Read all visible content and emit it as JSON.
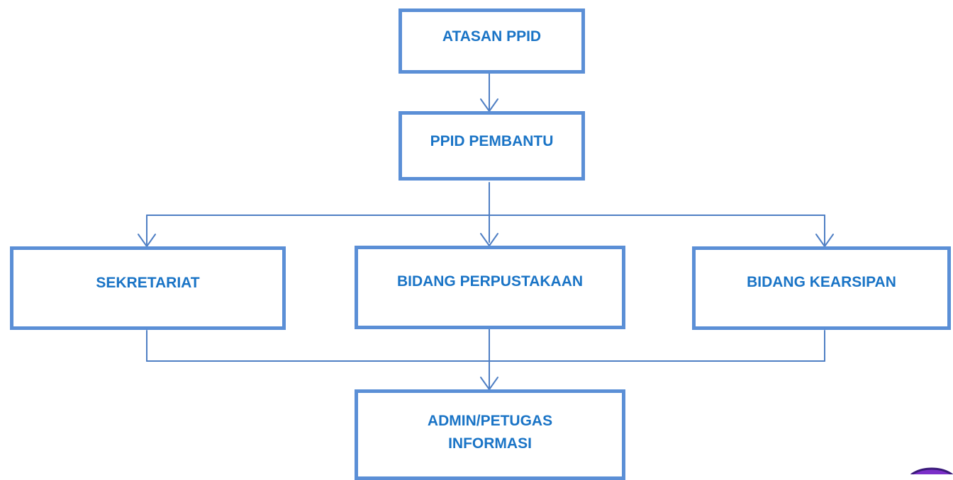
{
  "diagram": {
    "nodes": {
      "atasan": "ATASAN PPID",
      "pembantu": "PPID PEMBANTU",
      "sekretariat": "SEKRETARIAT",
      "perpustakaan": "BIDANG PERPUSTAKAAN",
      "kearsipan": "BIDANG KEARSIPAN",
      "admin_line1": "ADMIN/PETUGAS",
      "admin_line2": "INFORMASI"
    },
    "edges": [
      {
        "from": "atasan",
        "to": "pembantu"
      },
      {
        "from": "pembantu",
        "to": "sekretariat"
      },
      {
        "from": "pembantu",
        "to": "perpustakaan"
      },
      {
        "from": "pembantu",
        "to": "kearsipan"
      },
      {
        "from": "sekretariat",
        "to": "admin"
      },
      {
        "from": "perpustakaan",
        "to": "admin"
      },
      {
        "from": "kearsipan",
        "to": "admin"
      }
    ],
    "colors": {
      "border": "#5b8fd6",
      "text": "#1a74c6",
      "connector": "#4f7fc4"
    }
  }
}
